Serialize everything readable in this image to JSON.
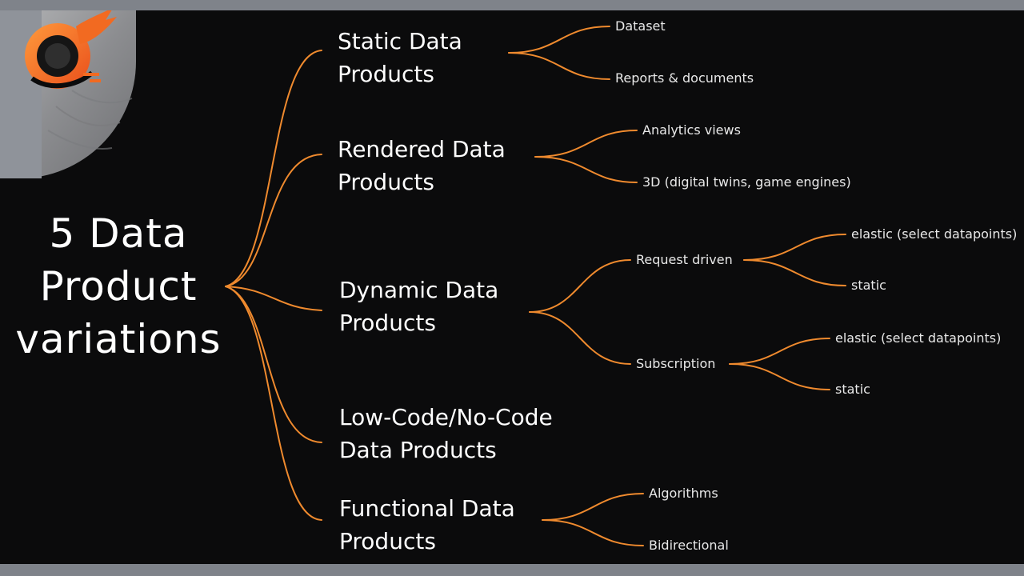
{
  "root": {
    "lines": [
      "5 Data",
      "Product",
      "variations"
    ]
  },
  "branches": [
    {
      "lines": [
        "Static Data",
        "Products"
      ]
    },
    {
      "lines": [
        "Rendered Data",
        "Products"
      ]
    },
    {
      "lines": [
        "Dynamic Data",
        "Products"
      ]
    },
    {
      "lines": [
        "Low-Code/No-Code",
        "Data Products"
      ]
    },
    {
      "lines": [
        "Functional Data",
        "Products"
      ]
    }
  ],
  "leaves": {
    "static_1": "Dataset",
    "static_2": "Reports & documents",
    "rendered_1": "Analytics views",
    "rendered_2": "3D (digital twins, game engines)",
    "dynamic_request": "Request driven",
    "dynamic_request_1": "elastic (select datapoints)",
    "dynamic_request_2": "static",
    "dynamic_subscription": "Subscription",
    "dynamic_subscription_1": "elastic (select datapoints)",
    "dynamic_subscription_2": "static",
    "functional_1": "Algorithms",
    "functional_2": "Bidirectional"
  },
  "colors": {
    "background": "#0b0b0c",
    "frame": "#7f838a",
    "connector": "#ef8a2e",
    "logo_accent": "#f26a21",
    "text": "#ffffff"
  },
  "icons": {
    "logo": "orange-swoosh-logo-icon"
  }
}
